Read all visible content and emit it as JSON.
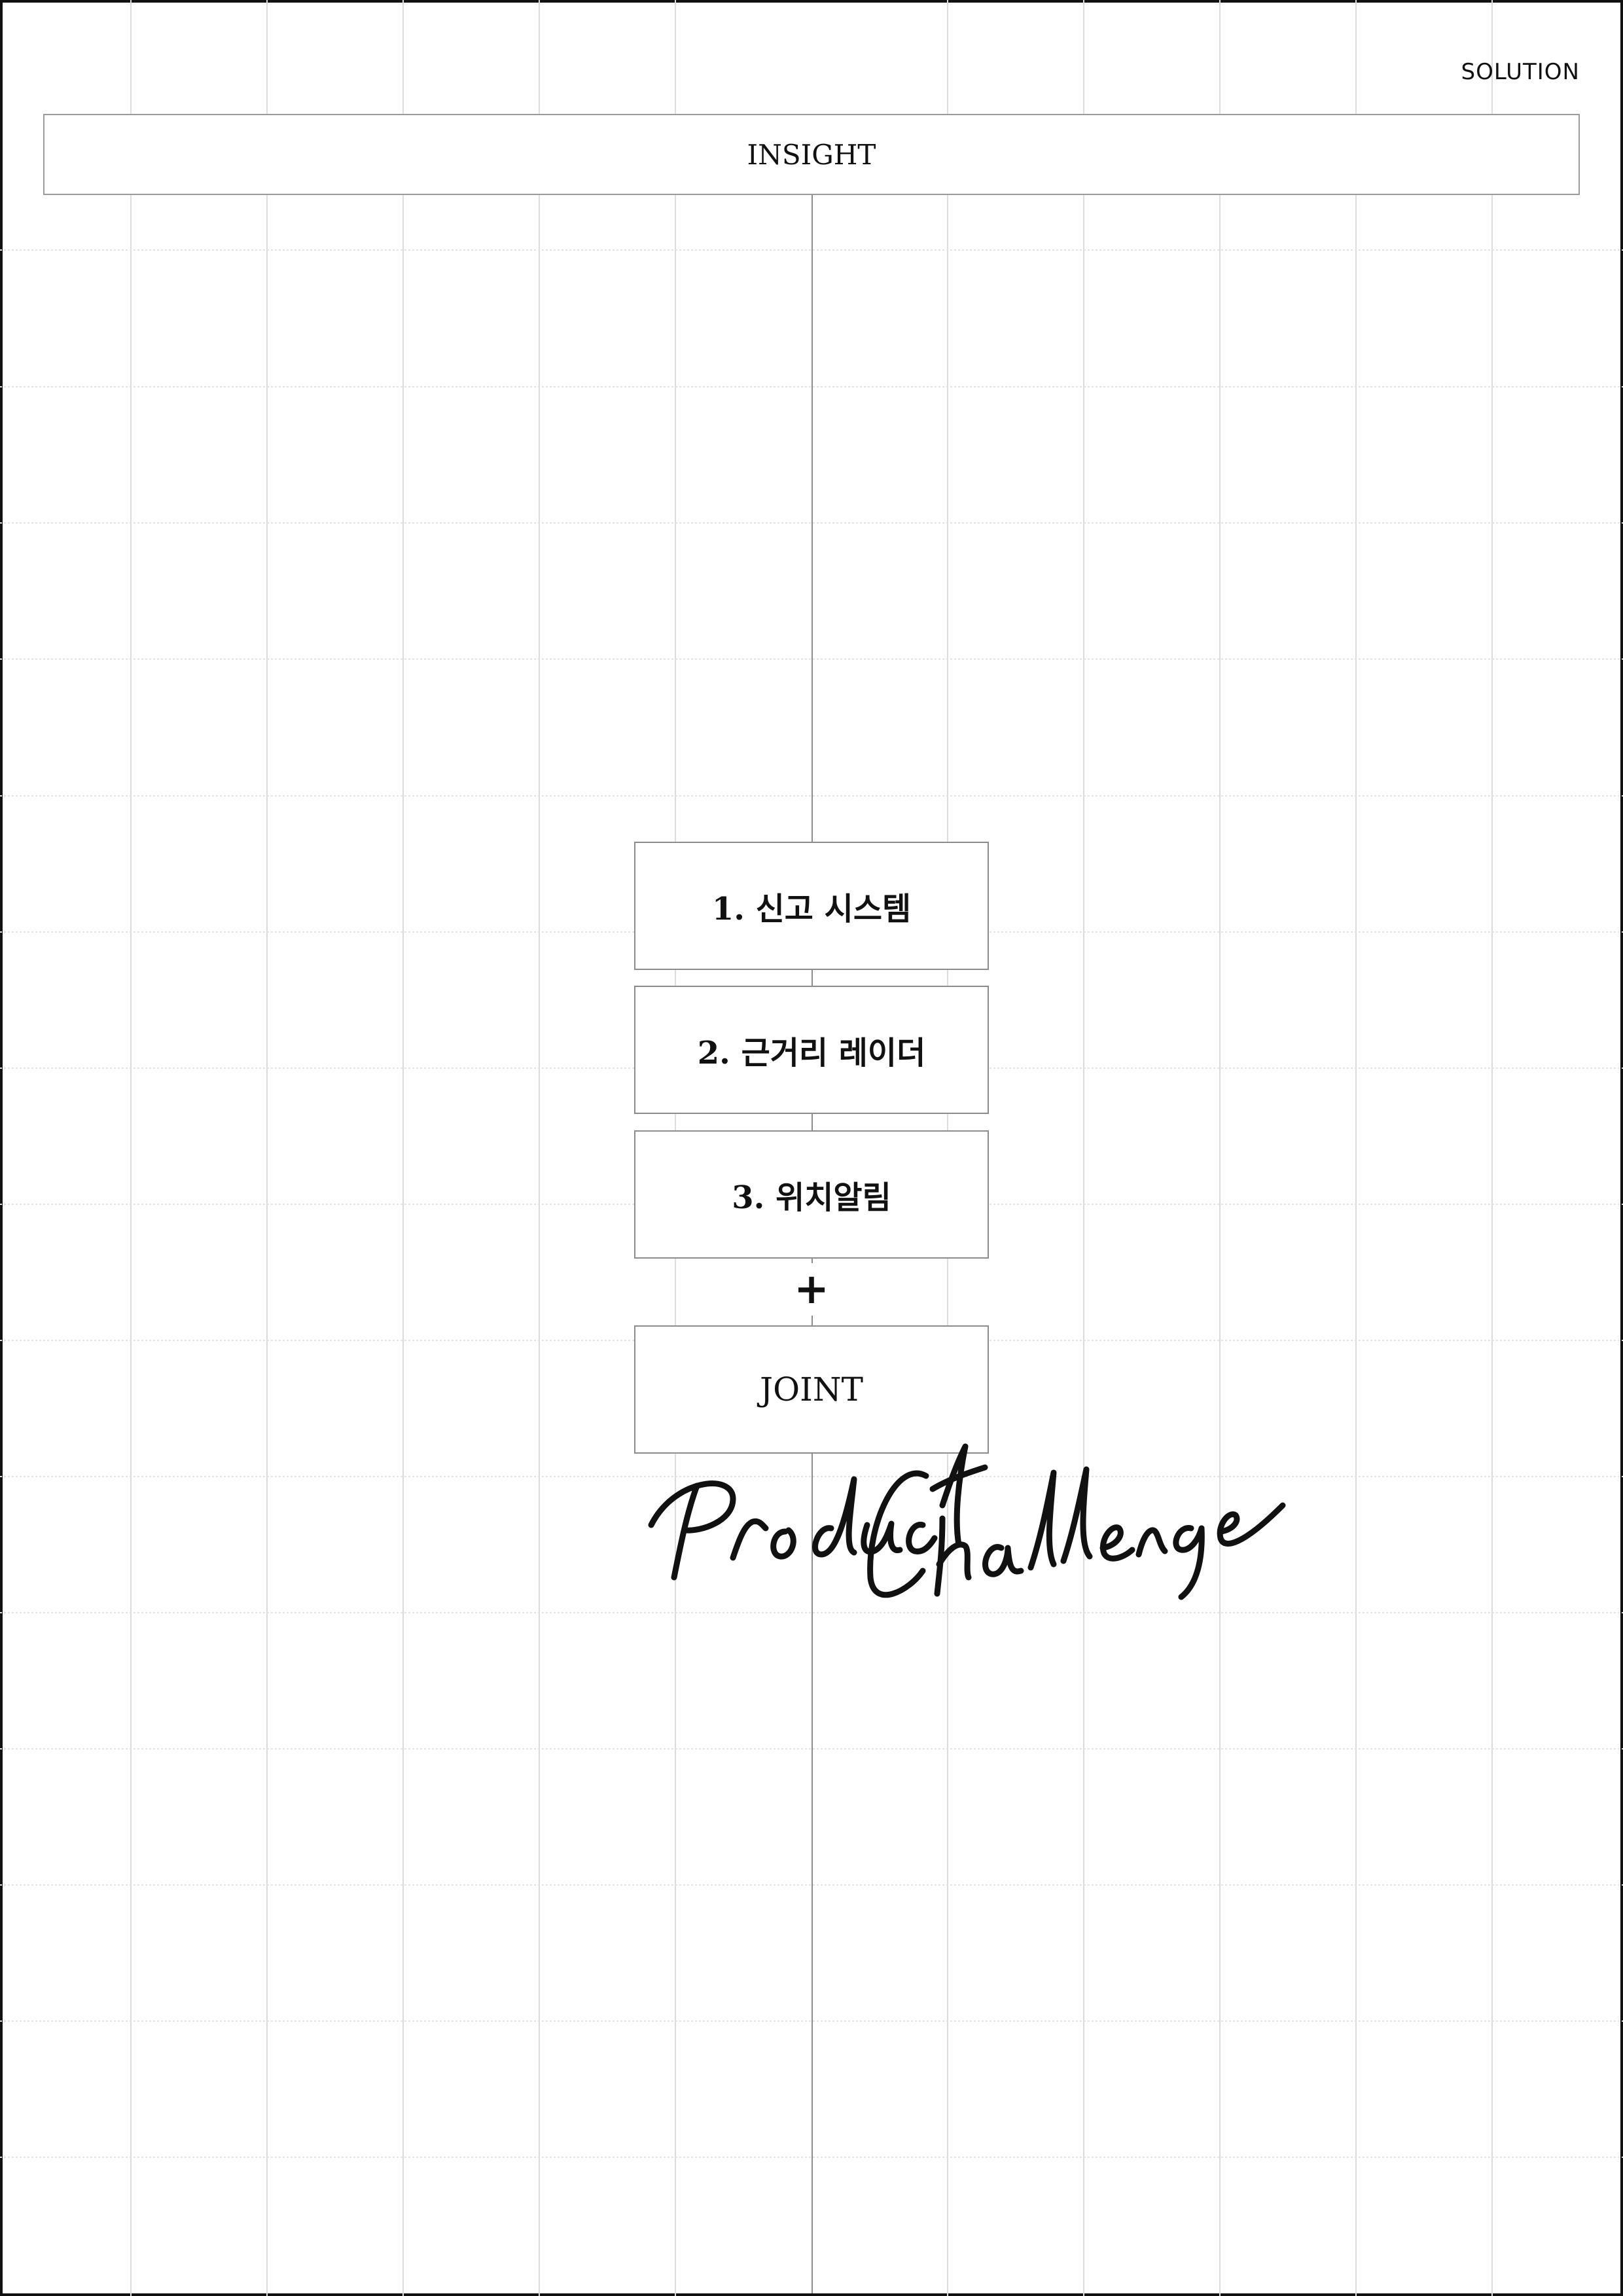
{
  "header": {
    "section_label": "SOLUTION"
  },
  "insight": {
    "label": "INSIGHT"
  },
  "steps": [
    {
      "label": "1. 신고 시스템"
    },
    {
      "label": "2. 근거리 레이더"
    },
    {
      "label": "3. 위치알림"
    }
  ],
  "connector": {
    "symbol": "+"
  },
  "joint": {
    "label": "JOINT"
  },
  "signature": {
    "line1": "Product",
    "line2": "Challenge"
  },
  "colors": {
    "ink": "#111111",
    "grid": "#d9d9d9",
    "border": "#8c8c8c"
  }
}
